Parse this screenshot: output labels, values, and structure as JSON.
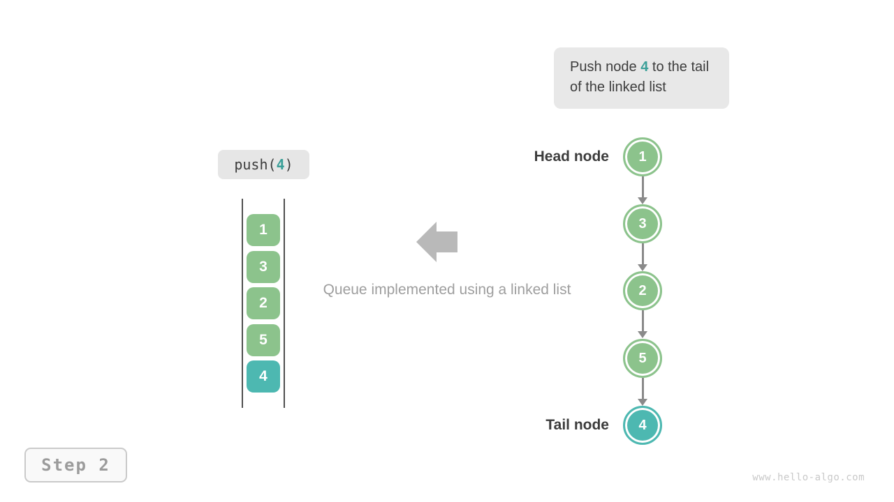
{
  "colors": {
    "node_green": "#8cc38c",
    "node_teal": "#4db8b1",
    "accent_text_teal": "#3a9f98",
    "callout_bg": "#e8e8e8",
    "dark_text": "#3c3c3c",
    "caption_gray": "#9e9e9e",
    "block_arrow_gray": "#b9b9b9",
    "connector_gray": "#8a8a8a",
    "queue_wall_gray": "#4f4f4f",
    "step_text_gray": "#9b9b9b",
    "watermark_gray": "#c9c9c9"
  },
  "callout": {
    "prefix": "Push node ",
    "highlight": "4",
    "suffix": " to the tail of the linked list"
  },
  "operation": {
    "prefix": "push(",
    "arg": "4",
    "suffix": ")"
  },
  "queue": {
    "items": [
      {
        "value": "1",
        "highlighted": false
      },
      {
        "value": "3",
        "highlighted": false
      },
      {
        "value": "2",
        "highlighted": false
      },
      {
        "value": "5",
        "highlighted": false
      },
      {
        "value": "4",
        "highlighted": true
      }
    ]
  },
  "caption": "Queue implemented using a linked list",
  "linked_list": {
    "head_label": "Head node",
    "tail_label": "Tail node",
    "nodes": [
      {
        "value": "1",
        "highlighted": false
      },
      {
        "value": "3",
        "highlighted": false
      },
      {
        "value": "2",
        "highlighted": false
      },
      {
        "value": "5",
        "highlighted": false
      },
      {
        "value": "4",
        "highlighted": true
      }
    ]
  },
  "step": {
    "label": "Step 2"
  },
  "footer": {
    "watermark": "www.hello-algo.com"
  }
}
